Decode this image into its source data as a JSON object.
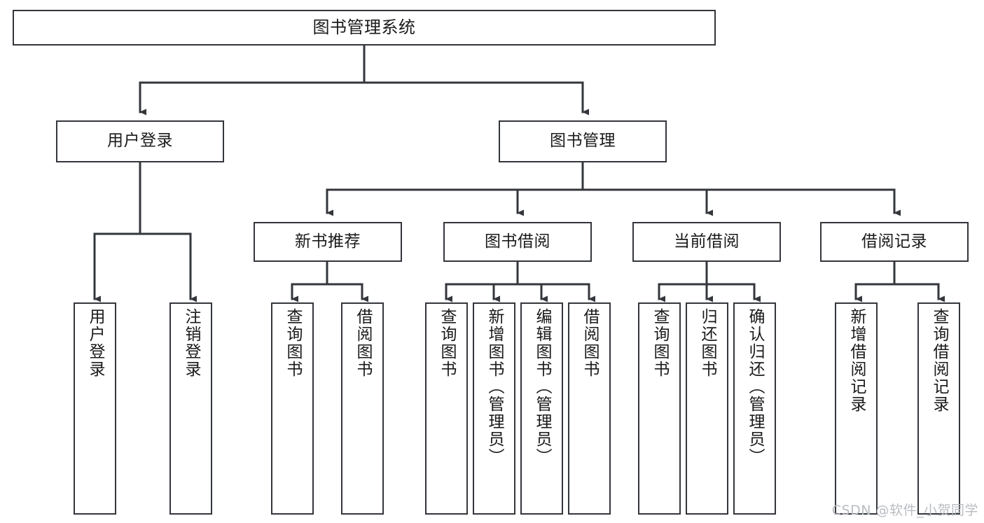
{
  "diagram": {
    "title": "图书管理系统",
    "type": "tree",
    "colors": {
      "stroke": "#33363b",
      "fill": "#ffffff",
      "text": "#1a1a1a",
      "watermark": "#b9bcc1"
    },
    "watermark": "CSDN @软件_小贺同学",
    "nodes": {
      "root": {
        "label": "图书管理系统"
      },
      "level2": [
        {
          "id": "user-login",
          "label": "用户登录"
        },
        {
          "id": "book-manage",
          "label": "图书管理"
        }
      ],
      "level3": [
        {
          "id": "new-book-recommend",
          "label": "新书推荐"
        },
        {
          "id": "book-borrow",
          "label": "图书借阅"
        },
        {
          "id": "current-borrow",
          "label": "当前借阅"
        },
        {
          "id": "borrow-record",
          "label": "借阅记录"
        }
      ],
      "leaves": [
        {
          "id": "leaf-user-login",
          "label": "用户登录"
        },
        {
          "id": "leaf-logout-login",
          "label": "注销登录"
        },
        {
          "id": "leaf-query-book-1",
          "label": "查询图书"
        },
        {
          "id": "leaf-borrow-book-1",
          "label": "借阅图书"
        },
        {
          "id": "leaf-query-book-2",
          "label": "查询图书"
        },
        {
          "id": "leaf-add-book",
          "label": "新增图书（管理员）"
        },
        {
          "id": "leaf-edit-book",
          "label": "编辑图书（管理员）"
        },
        {
          "id": "leaf-borrow-book-2",
          "label": "借阅图书"
        },
        {
          "id": "leaf-query-book-3",
          "label": "查询图书"
        },
        {
          "id": "leaf-return-book",
          "label": "归还图书"
        },
        {
          "id": "leaf-confirm-return",
          "label": "确认归还（管理员）"
        },
        {
          "id": "leaf-add-record",
          "label": "新增借阅记录"
        },
        {
          "id": "leaf-query-record",
          "label": "查询借阅记录"
        }
      ]
    },
    "edges": [
      {
        "from": "root",
        "to": "user-login"
      },
      {
        "from": "root",
        "to": "book-manage"
      },
      {
        "from": "user-login",
        "to": "leaf-user-login"
      },
      {
        "from": "user-login",
        "to": "leaf-logout-login"
      },
      {
        "from": "book-manage",
        "to": "new-book-recommend"
      },
      {
        "from": "book-manage",
        "to": "book-borrow"
      },
      {
        "from": "book-manage",
        "to": "current-borrow"
      },
      {
        "from": "book-manage",
        "to": "borrow-record"
      },
      {
        "from": "new-book-recommend",
        "to": "leaf-query-book-1"
      },
      {
        "from": "new-book-recommend",
        "to": "leaf-borrow-book-1"
      },
      {
        "from": "book-borrow",
        "to": "leaf-query-book-2"
      },
      {
        "from": "book-borrow",
        "to": "leaf-add-book"
      },
      {
        "from": "book-borrow",
        "to": "leaf-edit-book"
      },
      {
        "from": "book-borrow",
        "to": "leaf-borrow-book-2"
      },
      {
        "from": "current-borrow",
        "to": "leaf-query-book-3"
      },
      {
        "from": "current-borrow",
        "to": "leaf-return-book"
      },
      {
        "from": "current-borrow",
        "to": "leaf-confirm-return"
      },
      {
        "from": "borrow-record",
        "to": "leaf-add-record"
      },
      {
        "from": "borrow-record",
        "to": "leaf-query-record"
      }
    ]
  }
}
